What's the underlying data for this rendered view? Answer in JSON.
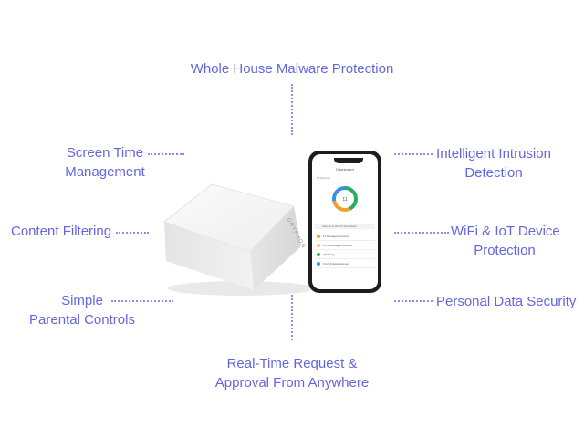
{
  "features": {
    "top": "Whole House Malware Protection",
    "screen_time": [
      "Screen Time",
      "Management"
    ],
    "content_filtering": "Content Filtering",
    "parental_controls": [
      "Simple",
      "Parental Controls"
    ],
    "bottom": [
      "Real-Time Request &",
      "Approval From Anywhere"
    ],
    "intrusion": [
      "Intelligent Intrusion",
      "Detection"
    ],
    "wifi_iot": [
      "WiFi & IoT Device",
      "Protection"
    ],
    "data_security": "Personal Data Security"
  },
  "router": {
    "brand": "GRYPHON"
  },
  "phone": {
    "title": "Dashboard",
    "subtitle": "38 Devices",
    "donut_value": "11",
    "banner": "Internet is ON for all devices",
    "rows": [
      {
        "label": "11 Managed Devices",
        "color": "#f0a030"
      },
      {
        "label": "11 Unmanaged Devices",
        "color": "#f2c94c"
      },
      {
        "label": "28 Things",
        "color": "#27ae60"
      },
      {
        "label": "0 IoT & Entertainment",
        "color": "#3a8ee6"
      }
    ]
  },
  "colors": {
    "label": "#6466e0",
    "dots": "#8c8ee8"
  }
}
